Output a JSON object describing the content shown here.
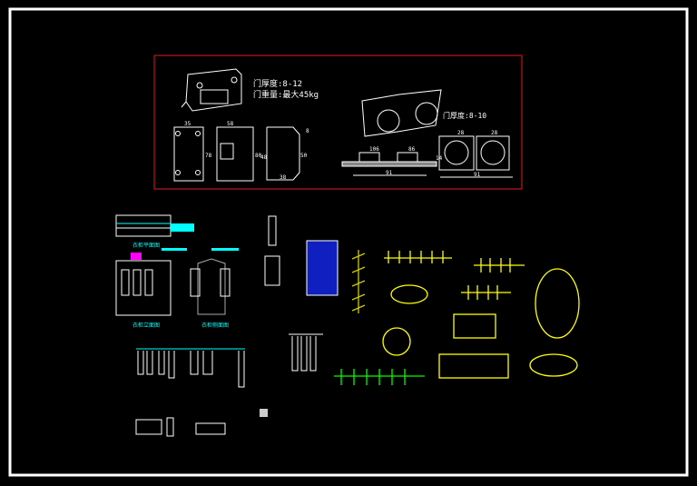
{
  "colors": {
    "background": "#000000",
    "frame": "#ffffff",
    "highlight_box": "#c01818",
    "lines": "#ffffff",
    "annotation": "#00ffff",
    "hanger_symbols": "#ffff00",
    "hanger_accent": "#00ff00"
  },
  "hinge_panel": {
    "spec_left_1": "门厚度:8-12",
    "spec_left_2": "门重量:最大45kg",
    "spec_right": "门厚度:8-10",
    "dims": {
      "d35": "35",
      "d58": "58",
      "d78": "78",
      "d80": "80",
      "d48": "48",
      "d50": "50",
      "d8": "8",
      "d38": "38",
      "d106a": "106",
      "d106b": "86",
      "d91a": "91",
      "d28a": "28",
      "d28b": "28",
      "d91b": "91",
      "d14": "14"
    }
  },
  "wardrobe_labels": {
    "top_plan": "衣柜平面图",
    "front": "衣柜立面图",
    "side": "衣柜侧面图"
  }
}
